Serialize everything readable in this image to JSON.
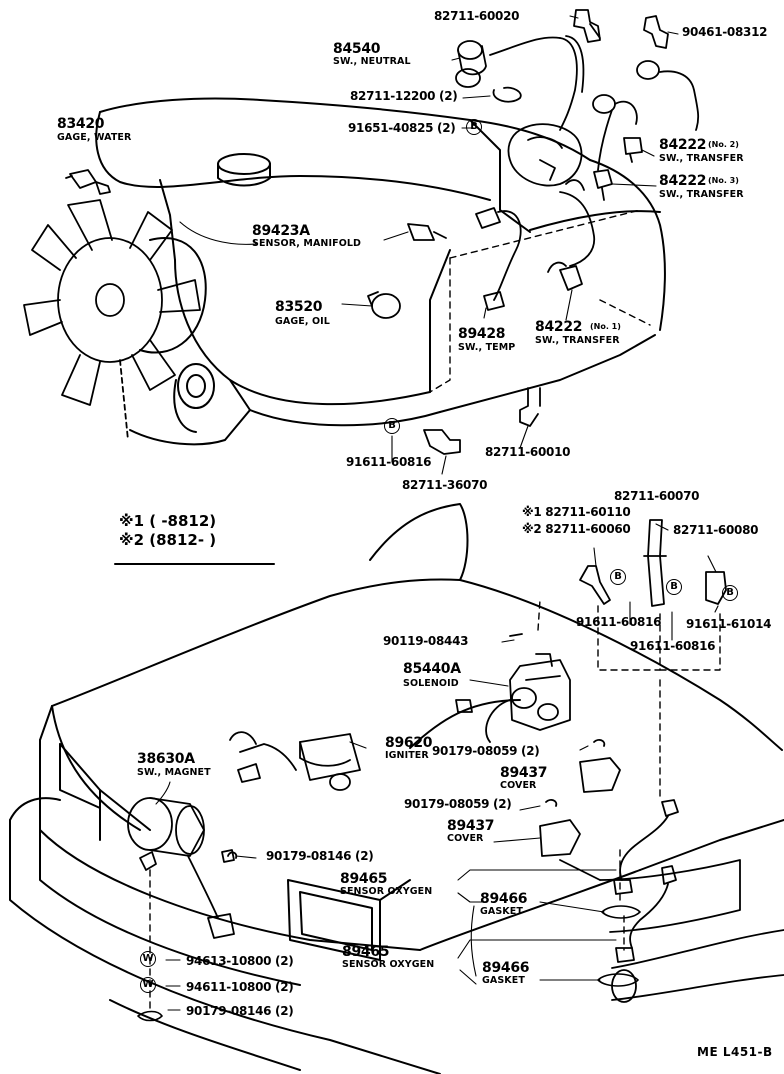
{
  "labels": {
    "p82711_60020": "82711-60020",
    "p90461_08312": "90461-08312",
    "p84540": "84540",
    "sw_neutral": "SW., NEUTRAL",
    "p82711_12200": "82711-12200 (2)",
    "p91651_40825": "91651-40825 (2)",
    "p83420": "83420",
    "gage_water": "GAGE, WATER",
    "p84222_a": "84222",
    "no2": "(No. 2)",
    "sw_transfer_a": "SW., TRANSFER",
    "p84222_b": "84222",
    "no3": "(No. 3)",
    "sw_transfer_b": "SW., TRANSFER",
    "p89423a": "89423A",
    "sensor_manifold": "SENSOR, MANIFOLD",
    "p83520": "83520",
    "gage_oil": "GAGE, OIL",
    "p89428": "89428",
    "sw_temp": "SW., TEMP",
    "p84222_c": "84222",
    "no1": "(No. 1)",
    "sw_transfer_c": "SW., TRANSFER",
    "p91611_60816_a": "91611-60816",
    "p82711_60010": "82711-60010",
    "p82711_36070": "82711-36070",
    "legend_1": "※1 (        -8812)",
    "legend_2": "※2 (8812-          )",
    "p82711_60070": "82711-60070",
    "p82711_60110": "※1 82711-60110",
    "p82711_60060": "※2 82711-60060",
    "p82711_60080": "82711-60080",
    "p91611_60816_b": "91611-60816",
    "p91611_61014": "91611-61014",
    "p91611_60816_c": "91611-60816",
    "p90119_08443": "90119-08443",
    "p85440a": "85440A",
    "solenoid": "SOLENOID",
    "p38630a": "38630A",
    "sw_magnet": "SW., MAGNET",
    "p89620": "89620",
    "igniter": "IGNITER",
    "p90179_08059_a": "90179-08059 (2)",
    "p89437_a": "89437",
    "cover_a": "COVER",
    "p90179_08059_b": "90179-08059 (2)",
    "p89437_b": "89437",
    "cover_b": "COVER",
    "p90179_08146_a": "90179-08146 (2)",
    "p89465_a": "89465",
    "sensor_oxygen_a": "SENSOR OXYGEN",
    "p89466_a": "89466",
    "gasket_a": "GASKET",
    "p89465_b": "89465",
    "sensor_oxygen_b": "SENSOR OXYGEN",
    "p89466_b": "89466",
    "gasket_b": "GASKET",
    "p94613_10800": "94613-10800 (2)",
    "p94611_10800": "94611-10800 (2)",
    "p90179_08146_b": "90179-08146 (2)",
    "ref_code": "ME  L451-B"
  },
  "badges": {
    "b": "B",
    "w": "W"
  }
}
